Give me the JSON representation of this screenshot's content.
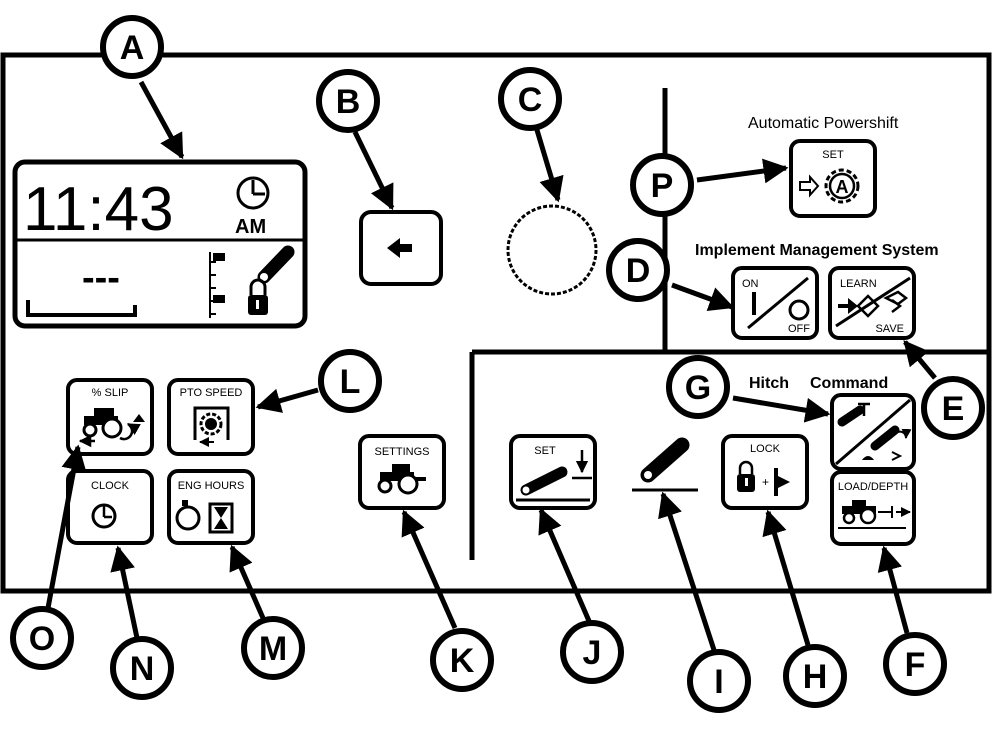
{
  "display": {
    "time": "11:43",
    "ampm": "AM",
    "dashes": "---"
  },
  "sections": {
    "powershift_title": "Automatic Powershift",
    "ims_title": "Implement Management System",
    "hitch_title": "Hitch",
    "command_title": "Command"
  },
  "buttons": {
    "powershift_set": "SET",
    "ims_on": "ON",
    "ims_off": "OFF",
    "learn": "LEARN",
    "save": "SAVE",
    "slip": "% SLIP",
    "pto_speed": "PTO SPEED",
    "clock": "CLOCK",
    "eng_hours": "ENG HOURS",
    "settings": "SETTINGS",
    "hitch_set": "SET",
    "lock": "LOCK",
    "load_depth": "LOAD/DEPTH"
  },
  "callouts": {
    "a": "A",
    "b": "B",
    "c": "C",
    "d": "D",
    "e": "E",
    "f": "F",
    "g": "G",
    "h": "H",
    "i": "I",
    "j": "J",
    "k": "K",
    "l": "L",
    "m": "M",
    "n": "N",
    "o": "O",
    "p": "P"
  },
  "colors": {
    "ink": "#000000",
    "paper": "#ffffff"
  }
}
